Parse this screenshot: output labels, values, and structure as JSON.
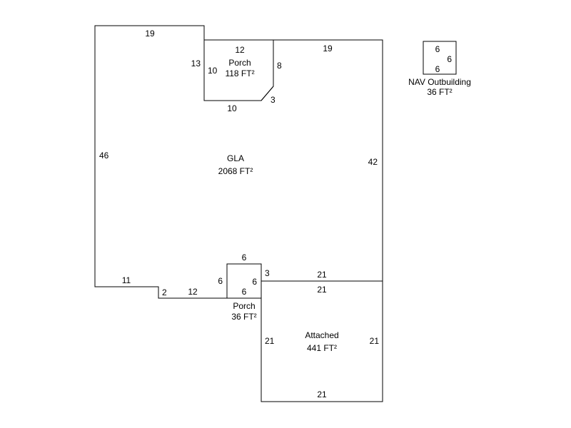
{
  "diagram": {
    "type": "floor-plan-sketch",
    "background_color": "#ffffff",
    "line_color": "#000000"
  },
  "regions": {
    "gla": {
      "label": "GLA",
      "area": "2068 FT²"
    },
    "porch_top": {
      "label": "Porch",
      "area": "118 FT²"
    },
    "porch_bottom": {
      "label": "Porch",
      "area": "36 FT²"
    },
    "attached": {
      "label": "Attached",
      "area": "441 FT²"
    },
    "outbuilding": {
      "label": "NAV Outbuilding",
      "area": "36 FT²"
    }
  },
  "dimensions": {
    "gla_top_left": "19",
    "gla_porch_step": "13",
    "gla_left": "46",
    "gla_top_right": "19",
    "gla_right": "42",
    "gla_under_porch": "10",
    "gla_bottom_left": "11",
    "gla_step_down": "2",
    "gla_bottom_mid": "12",
    "gla_notch_right": "3",
    "gla_bottom_right": "21",
    "porch_top_width": "12",
    "porch_top_left": "10",
    "porch_top_right": "8",
    "porch_top_diag": "3",
    "porch_bottom_top": "6",
    "porch_bottom_left": "6",
    "porch_bottom_right": "6",
    "porch_bottom_bottom": "6",
    "attached_top": "21",
    "attached_left": "21",
    "attached_right": "21",
    "attached_bottom": "21",
    "outbuilding_top": "6",
    "outbuilding_right": "6",
    "outbuilding_bottom": "6"
  }
}
